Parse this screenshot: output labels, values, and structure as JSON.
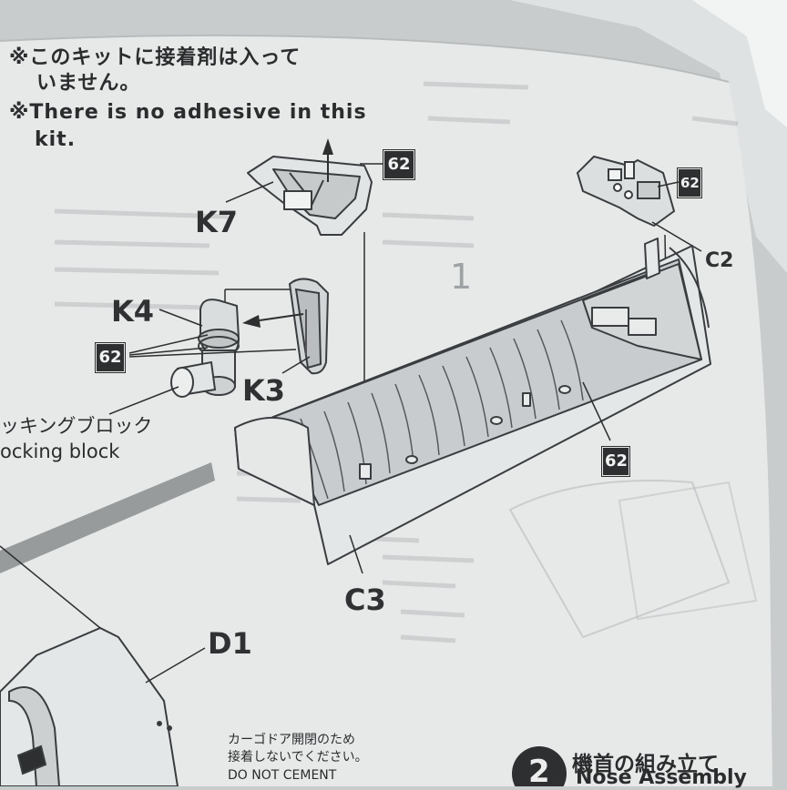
{
  "notes": {
    "jp_line1": "※このキットに接着剤は入って",
    "jp_line2": "いません。",
    "en_line1": "※There is no adhesive in this",
    "en_line2": "kit."
  },
  "step1": {
    "number": "1"
  },
  "parts": {
    "k7": "K7",
    "k4": "K4",
    "k3": "K3",
    "c2": "C2",
    "c3": "C3",
    "d1": "D1"
  },
  "color_badges": {
    "k7_color": "62",
    "k4_color": "62",
    "c2_color": "62",
    "c3_color": "62"
  },
  "locking_block": {
    "jp": "ッキングブロック",
    "en": "ocking block"
  },
  "cargo_note": {
    "jp_line1": "カーゴドア開閉のため",
    "jp_line2": "接着しないでください。",
    "en_line1": "DO NOT CEMENT"
  },
  "step2": {
    "number": "2",
    "jp_title": "機首の組み立て",
    "en_title": "Nose Assembly"
  },
  "colors": {
    "paper": "#e9ebeb",
    "ink": "#2d2f30",
    "part_fill": "#d8dbdc",
    "background": "#c9cccd"
  }
}
